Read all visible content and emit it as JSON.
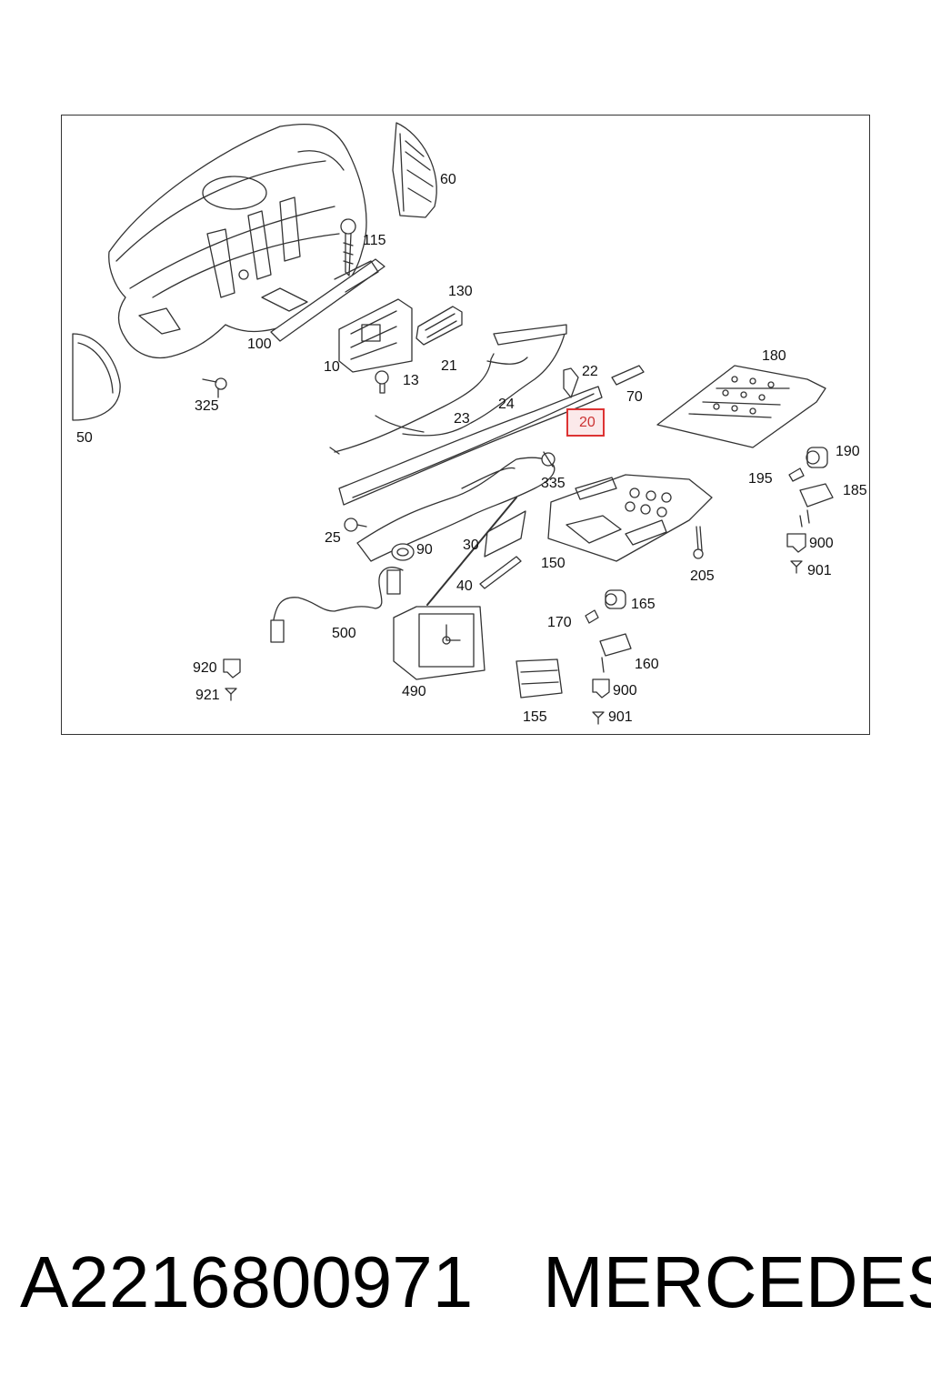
{
  "diagram": {
    "callouts": [
      {
        "id": "60",
        "label": "60"
      },
      {
        "id": "115",
        "label": "115"
      },
      {
        "id": "130",
        "label": "130"
      },
      {
        "id": "100",
        "label": "100"
      },
      {
        "id": "10",
        "label": "10"
      },
      {
        "id": "13",
        "label": "13"
      },
      {
        "id": "21",
        "label": "21"
      },
      {
        "id": "22",
        "label": "22"
      },
      {
        "id": "70",
        "label": "70"
      },
      {
        "id": "180",
        "label": "180"
      },
      {
        "id": "50",
        "label": "50"
      },
      {
        "id": "325",
        "label": "325"
      },
      {
        "id": "23",
        "label": "23"
      },
      {
        "id": "24",
        "label": "24"
      },
      {
        "id": "20",
        "label": "20",
        "highlighted": true
      },
      {
        "id": "190",
        "label": "190"
      },
      {
        "id": "195",
        "label": "195"
      },
      {
        "id": "335",
        "label": "335"
      },
      {
        "id": "185",
        "label": "185"
      },
      {
        "id": "25",
        "label": "25"
      },
      {
        "id": "90",
        "label": "90"
      },
      {
        "id": "30",
        "label": "30"
      },
      {
        "id": "150",
        "label": "150"
      },
      {
        "id": "900a",
        "label": "900"
      },
      {
        "id": "205",
        "label": "205"
      },
      {
        "id": "901a",
        "label": "901"
      },
      {
        "id": "40",
        "label": "40"
      },
      {
        "id": "165",
        "label": "165"
      },
      {
        "id": "170",
        "label": "170"
      },
      {
        "id": "500",
        "label": "500"
      },
      {
        "id": "160",
        "label": "160"
      },
      {
        "id": "920",
        "label": "920"
      },
      {
        "id": "900b",
        "label": "900"
      },
      {
        "id": "921",
        "label": "921"
      },
      {
        "id": "490",
        "label": "490"
      },
      {
        "id": "155",
        "label": "155"
      },
      {
        "id": "901b",
        "label": "901"
      }
    ],
    "highlight_color": "#dd3333"
  },
  "footer": {
    "part_number": "A2216800971",
    "brand": "MERCEDES"
  }
}
